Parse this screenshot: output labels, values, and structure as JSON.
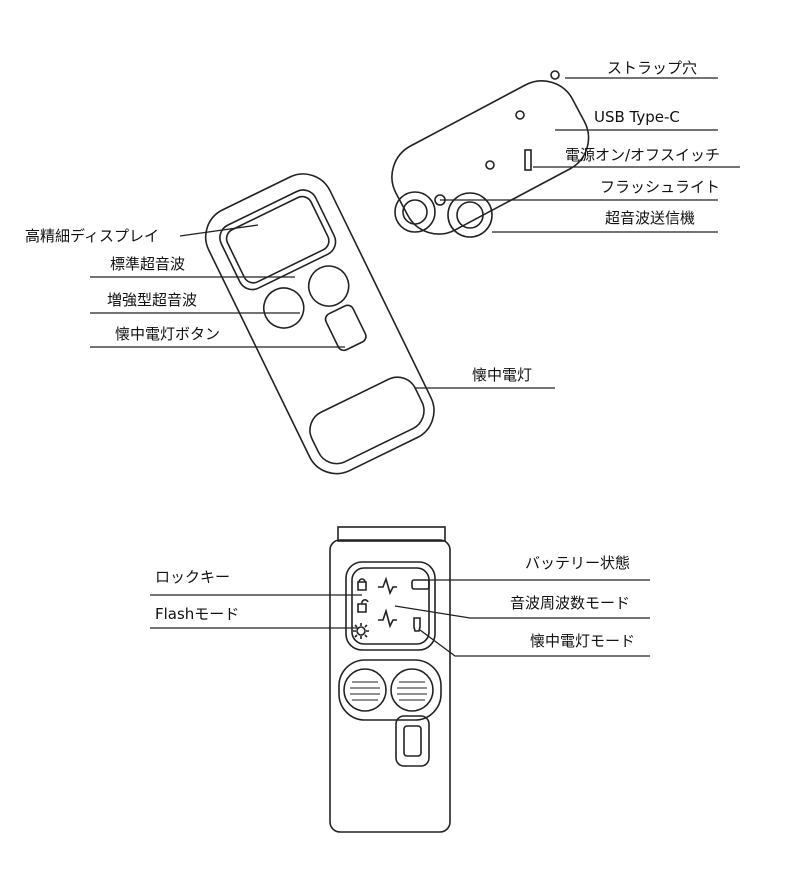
{
  "top_right_labels": {
    "strap_hole": "ストラップ穴",
    "usb": "USB Type-C",
    "power_switch": "電源オン/オフスイッチ",
    "flash_light": "フラッシュライト",
    "ultrasonic_emitter": "超音波送信機"
  },
  "top_left_labels": {
    "display": "高精細ディスプレイ",
    "standard_ultrasonic": "標準超音波",
    "enhanced_ultrasonic": "増強型超音波",
    "flashlight_button": "懐中電灯ボタン",
    "flashlight": "懐中電灯"
  },
  "front_labels": {
    "lock_key": "ロックキー",
    "flash_mode": "Flashモード",
    "battery_status": "バッテリー状態",
    "frequency_mode": "音波周波数モード",
    "flashlight_mode": "懐中電灯モード"
  },
  "icons": [
    "lock-icon",
    "unlock-icon",
    "sun-icon",
    "waveform-icon",
    "battery-icon",
    "flashlight-icon",
    "speaker-grille-icon"
  ],
  "line_color": "#222222"
}
